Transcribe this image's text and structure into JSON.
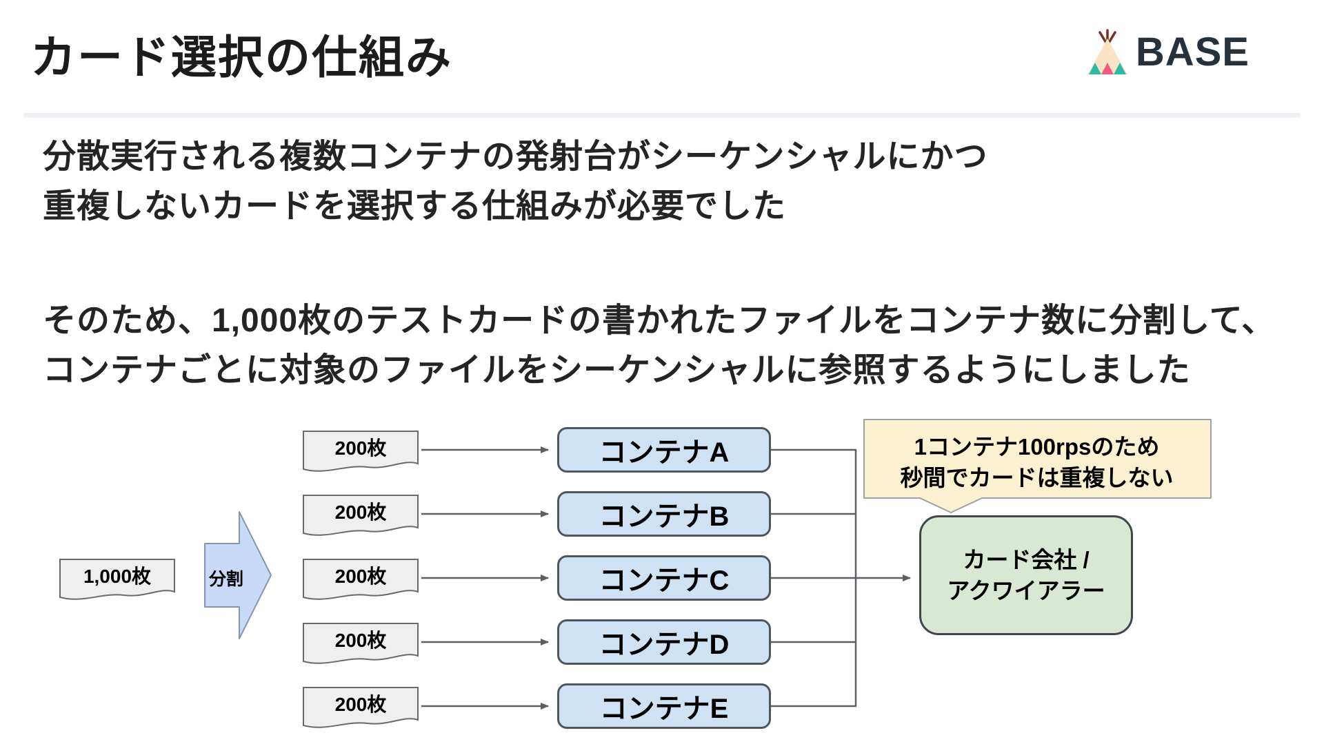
{
  "slide": {
    "title": "カード選択の仕組み",
    "logo": {
      "brand": "BASE",
      "icon": "teepee-icon",
      "brand_color": "#26323b",
      "tent_color": "#fbe4c4",
      "accent_teal": "#2fb9a5",
      "accent_pink": "#ef5b84",
      "stick_color": "#7a2e21"
    },
    "paragraph1": {
      "line1": "分散実行される複数コンテナの発射台がシーケンシャルにかつ",
      "line2": "重複しないカードを選択する仕組みが必要でした"
    },
    "paragraph2": {
      "line1": "そのため、1,000枚のテストカードの書かれたファイルをコンテナ数に分割して、",
      "line2": "コンテナごとに対象のファイルをシーケンシャルに参照するようにしました"
    }
  },
  "diagram": {
    "source": {
      "label": "1,000枚"
    },
    "split_arrow": {
      "label": "分割"
    },
    "rows": [
      {
        "doc_label": "200枚",
        "container_label": "コンテナA"
      },
      {
        "doc_label": "200枚",
        "container_label": "コンテナB"
      },
      {
        "doc_label": "200枚",
        "container_label": "コンテナC"
      },
      {
        "doc_label": "200枚",
        "container_label": "コンテナD"
      },
      {
        "doc_label": "200枚",
        "container_label": "コンテナE"
      }
    ],
    "callout": {
      "line1": "1コンテナ100rpsのため",
      "line2": "秒間でカードは重複しない"
    },
    "destination": {
      "line1": "カード会社 /",
      "line2": "アクワイアラー"
    },
    "colors": {
      "container_fill": "#cfe2f3",
      "document_fill": "#efefef",
      "split_arrow_fill": "#c9daf8",
      "callout_fill": "#fbf0d0",
      "destination_fill": "#d9e8d2",
      "connector": "#5a5f63"
    }
  }
}
